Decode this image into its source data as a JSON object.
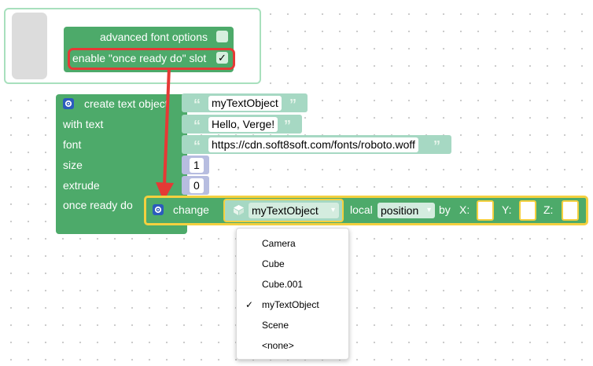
{
  "mutator": {
    "advanced_label": "advanced font options",
    "enable_label": "enable \"once ready do\" slot",
    "check_mark": "✓"
  },
  "block": {
    "create_label": "create text object",
    "with_text_label": "with text",
    "font_label": "font",
    "size_label": "size",
    "extrude_label": "extrude",
    "once_ready_label": "once ready do",
    "name_value": "myTextObject",
    "text_value": "Hello, Verge!",
    "font_value": "https://cdn.soft8soft.com/fonts/roboto.woff",
    "size_value": "1",
    "extrude_value": "0",
    "quote_open": "“",
    "quote_close": "”"
  },
  "change_block": {
    "change_label": "change",
    "object_value": "myTextObject",
    "local_label": "local",
    "property_value": "position",
    "by_label": "by",
    "x_label": "X:",
    "y_label": "Y:",
    "z_label": "Z:",
    "dropdown_arrow": "▾"
  },
  "dropdown": {
    "items": [
      "Camera",
      "Cube",
      "Cube.001",
      "myTextObject",
      "Scene",
      "<none>"
    ],
    "checked": "✓"
  },
  "colors": {
    "block_green": "#4daa6a",
    "text_block": "#a6d8c3",
    "math_block": "#b7bde0",
    "highlight_yellow": "#f4d03f",
    "annotation_red": "#e53935"
  }
}
